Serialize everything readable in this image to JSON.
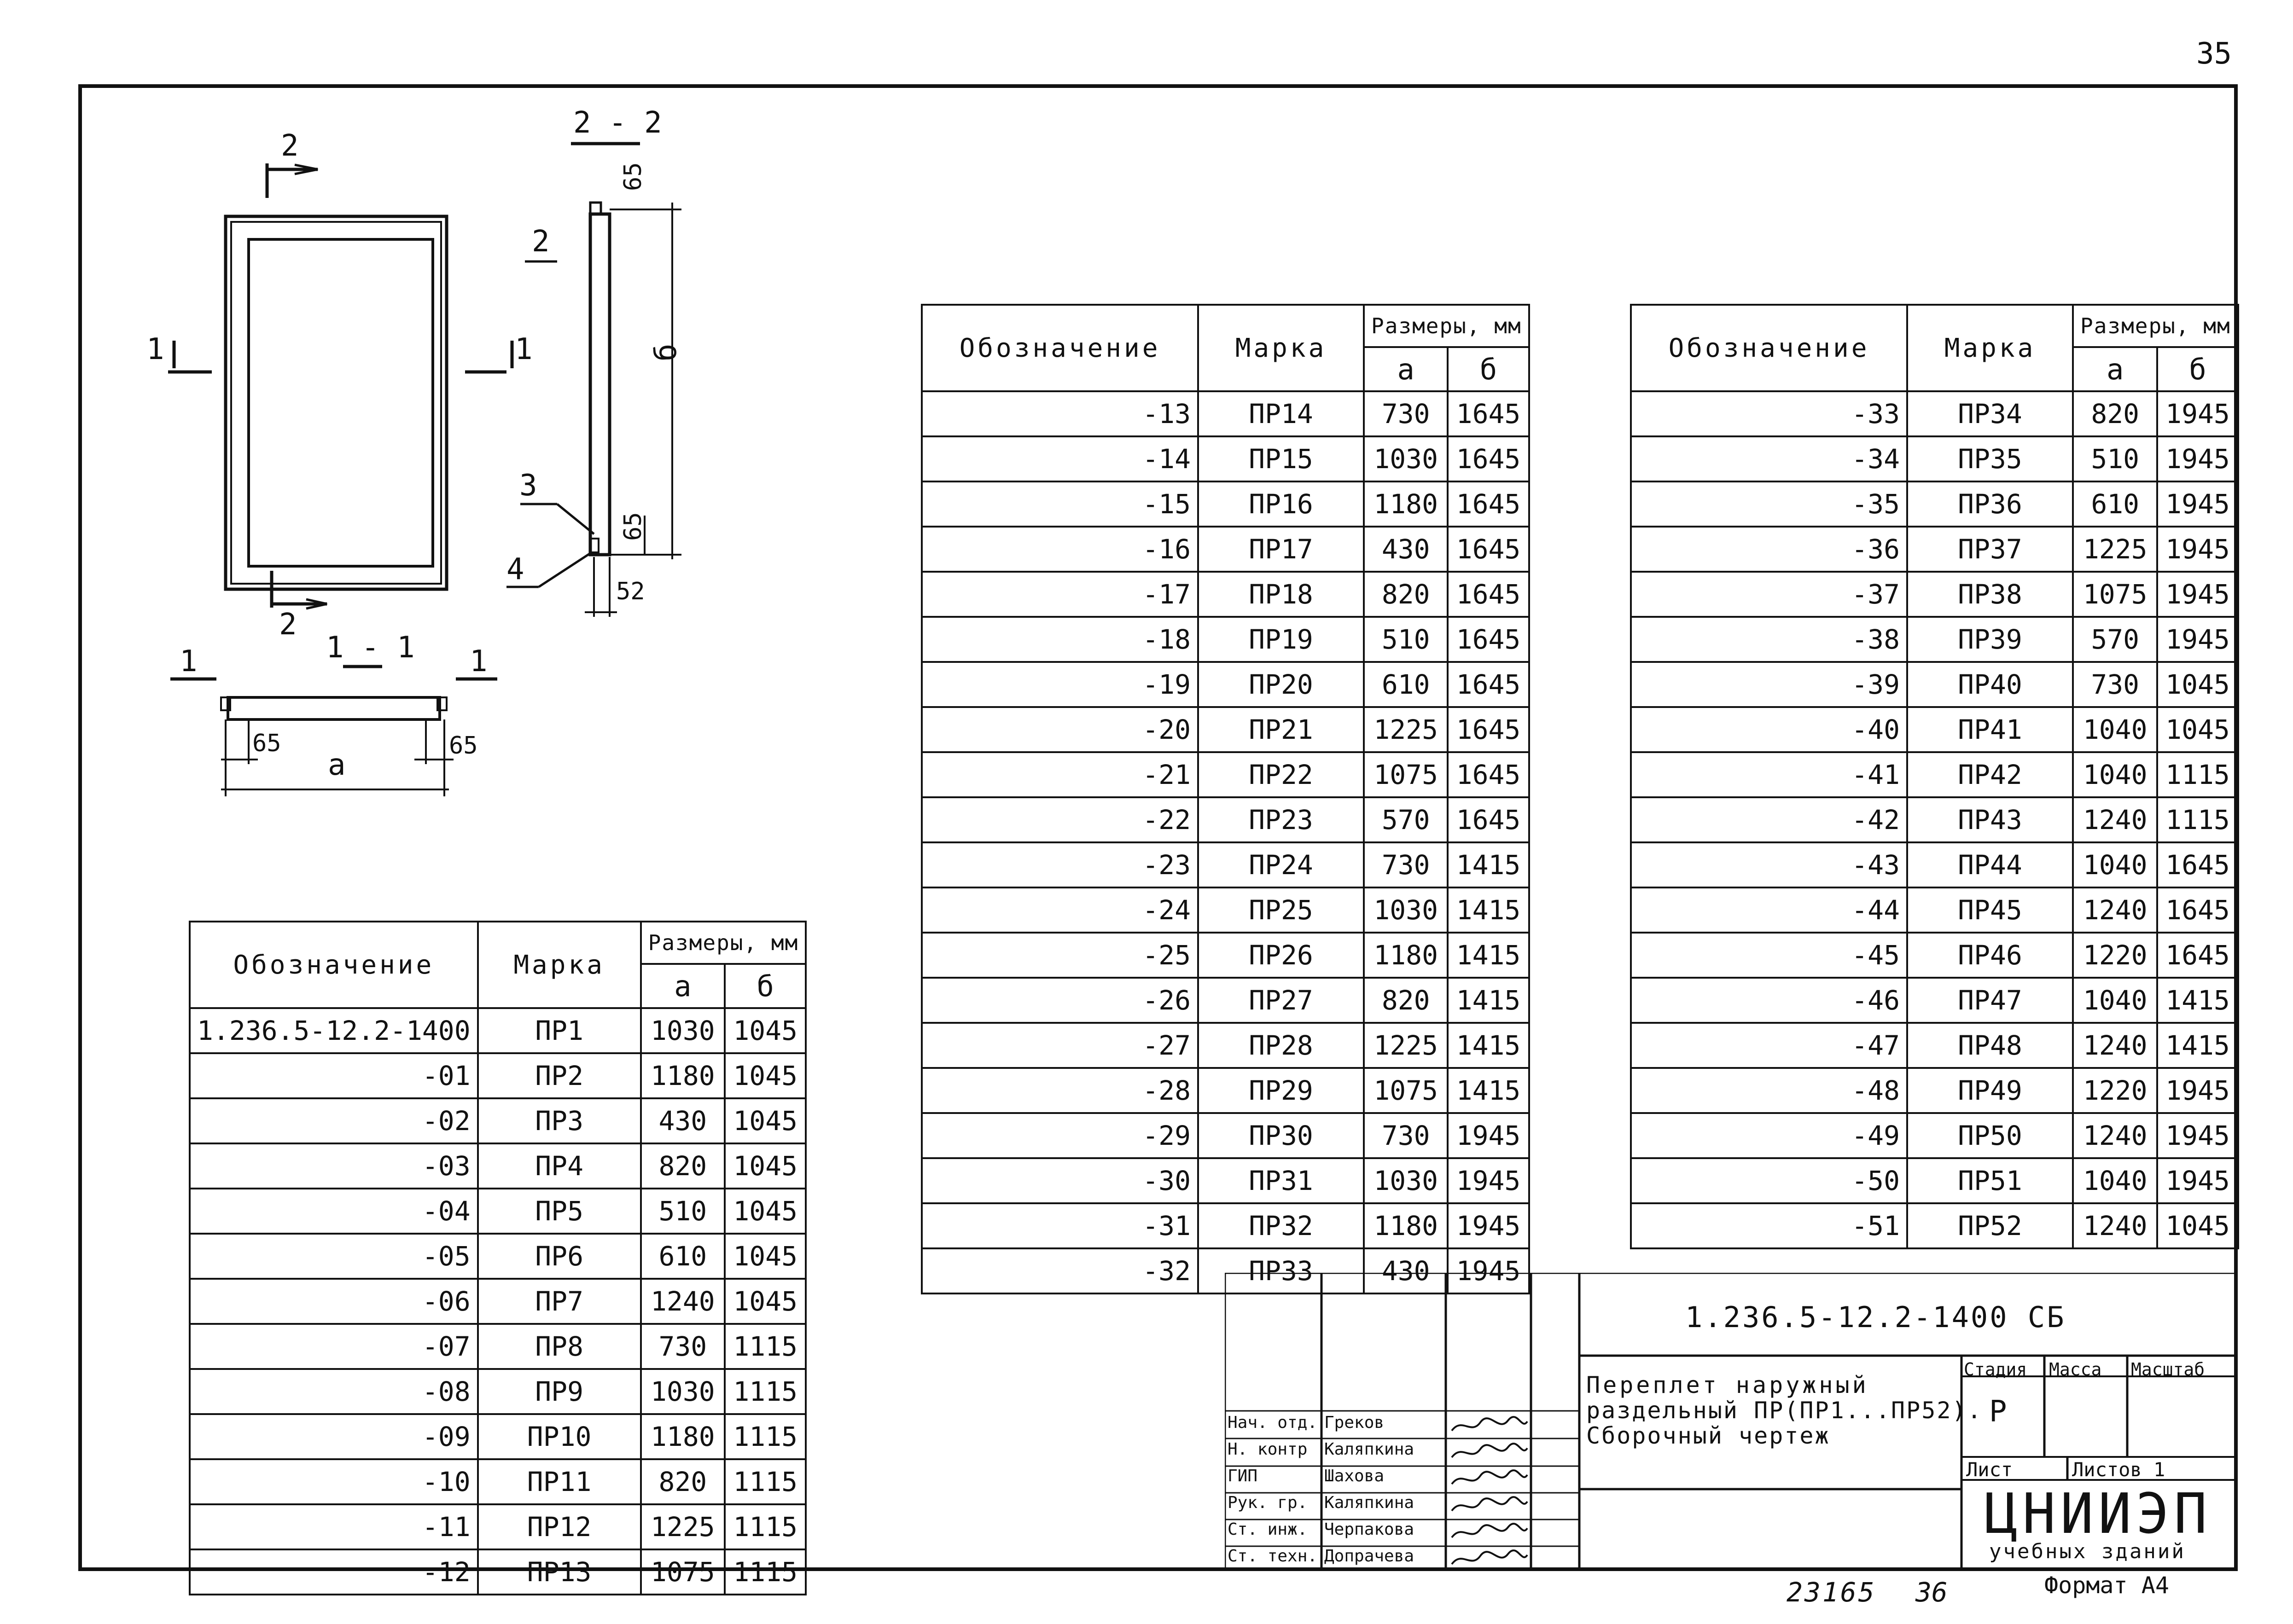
{
  "page_number": "35",
  "drawing": {
    "view_top_section_label": "2",
    "view_bottom_section_label": "2",
    "section_left_label": "1",
    "section_right_label": "1",
    "section_2_2_title": "2 - 2",
    "section_1_1_title": "1 - 1",
    "callout_2": "2",
    "callout_3": "3",
    "callout_4": "4",
    "dim_65_top": "65",
    "dim_b": "б",
    "dim_65_bottom": "65",
    "dim_52": "52",
    "sec11_left_label": "1",
    "sec11_right_label": "1",
    "dim_65_left": "65",
    "dim_65_right": "65",
    "dim_a": "a"
  },
  "table_headers": {
    "designation": "Обозначение",
    "mark": "Марка",
    "dims": "Размеры, мм",
    "a": "a",
    "b": "б"
  },
  "table1": [
    {
      "des": "1.236.5-12.2-1400",
      "mark": "ПР1",
      "a": "1030",
      "b": "1045"
    },
    {
      "des": "-01",
      "mark": "ПР2",
      "a": "1180",
      "b": "1045"
    },
    {
      "des": "-02",
      "mark": "ПР3",
      "a": "430",
      "b": "1045"
    },
    {
      "des": "-03",
      "mark": "ПР4",
      "a": "820",
      "b": "1045"
    },
    {
      "des": "-04",
      "mark": "ПР5",
      "a": "510",
      "b": "1045"
    },
    {
      "des": "-05",
      "mark": "ПР6",
      "a": "610",
      "b": "1045"
    },
    {
      "des": "-06",
      "mark": "ПР7",
      "a": "1240",
      "b": "1045"
    },
    {
      "des": "-07",
      "mark": "ПР8",
      "a": "730",
      "b": "1115"
    },
    {
      "des": "-08",
      "mark": "ПР9",
      "a": "1030",
      "b": "1115"
    },
    {
      "des": "-09",
      "mark": "ПР10",
      "a": "1180",
      "b": "1115"
    },
    {
      "des": "-10",
      "mark": "ПР11",
      "a": "820",
      "b": "1115"
    },
    {
      "des": "-11",
      "mark": "ПР12",
      "a": "1225",
      "b": "1115"
    },
    {
      "des": "-12",
      "mark": "ПР13",
      "a": "1075",
      "b": "1115"
    }
  ],
  "table2": [
    {
      "des": "-13",
      "mark": "ПР14",
      "a": "730",
      "b": "1645"
    },
    {
      "des": "-14",
      "mark": "ПР15",
      "a": "1030",
      "b": "1645"
    },
    {
      "des": "-15",
      "mark": "ПР16",
      "a": "1180",
      "b": "1645"
    },
    {
      "des": "-16",
      "mark": "ПР17",
      "a": "430",
      "b": "1645"
    },
    {
      "des": "-17",
      "mark": "ПР18",
      "a": "820",
      "b": "1645"
    },
    {
      "des": "-18",
      "mark": "ПР19",
      "a": "510",
      "b": "1645"
    },
    {
      "des": "-19",
      "mark": "ПР20",
      "a": "610",
      "b": "1645"
    },
    {
      "des": "-20",
      "mark": "ПР21",
      "a": "1225",
      "b": "1645"
    },
    {
      "des": "-21",
      "mark": "ПР22",
      "a": "1075",
      "b": "1645"
    },
    {
      "des": "-22",
      "mark": "ПР23",
      "a": "570",
      "b": "1645"
    },
    {
      "des": "-23",
      "mark": "ПР24",
      "a": "730",
      "b": "1415"
    },
    {
      "des": "-24",
      "mark": "ПР25",
      "a": "1030",
      "b": "1415"
    },
    {
      "des": "-25",
      "mark": "ПР26",
      "a": "1180",
      "b": "1415"
    },
    {
      "des": "-26",
      "mark": "ПР27",
      "a": "820",
      "b": "1415"
    },
    {
      "des": "-27",
      "mark": "ПР28",
      "a": "1225",
      "b": "1415"
    },
    {
      "des": "-28",
      "mark": "ПР29",
      "a": "1075",
      "b": "1415"
    },
    {
      "des": "-29",
      "mark": "ПР30",
      "a": "730",
      "b": "1945"
    },
    {
      "des": "-30",
      "mark": "ПР31",
      "a": "1030",
      "b": "1945"
    },
    {
      "des": "-31",
      "mark": "ПР32",
      "a": "1180",
      "b": "1945"
    },
    {
      "des": "-32",
      "mark": "ПР33",
      "a": "430",
      "b": "1945"
    }
  ],
  "table3": [
    {
      "des": "-33",
      "mark": "ПР34",
      "a": "820",
      "b": "1945"
    },
    {
      "des": "-34",
      "mark": "ПР35",
      "a": "510",
      "b": "1945"
    },
    {
      "des": "-35",
      "mark": "ПР36",
      "a": "610",
      "b": "1945"
    },
    {
      "des": "-36",
      "mark": "ПР37",
      "a": "1225",
      "b": "1945"
    },
    {
      "des": "-37",
      "mark": "ПР38",
      "a": "1075",
      "b": "1945"
    },
    {
      "des": "-38",
      "mark": "ПР39",
      "a": "570",
      "b": "1945"
    },
    {
      "des": "-39",
      "mark": "ПР40",
      "a": "730",
      "b": "1045"
    },
    {
      "des": "-40",
      "mark": "ПР41",
      "a": "1040",
      "b": "1045"
    },
    {
      "des": "-41",
      "mark": "ПР42",
      "a": "1040",
      "b": "1115"
    },
    {
      "des": "-42",
      "mark": "ПР43",
      "a": "1240",
      "b": "1115"
    },
    {
      "des": "-43",
      "mark": "ПР44",
      "a": "1040",
      "b": "1645"
    },
    {
      "des": "-44",
      "mark": "ПР45",
      "a": "1240",
      "b": "1645"
    },
    {
      "des": "-45",
      "mark": "ПР46",
      "a": "1220",
      "b": "1645"
    },
    {
      "des": "-46",
      "mark": "ПР47",
      "a": "1040",
      "b": "1415"
    },
    {
      "des": "-47",
      "mark": "ПР48",
      "a": "1240",
      "b": "1415"
    },
    {
      "des": "-48",
      "mark": "ПР49",
      "a": "1220",
      "b": "1945"
    },
    {
      "des": "-49",
      "mark": "ПР50",
      "a": "1240",
      "b": "1945"
    },
    {
      "des": "-50",
      "mark": "ПР51",
      "a": "1040",
      "b": "1945"
    },
    {
      "des": "-51",
      "mark": "ПР52",
      "a": "1240",
      "b": "1045"
    }
  ],
  "title_block": {
    "doc_code": "1.236.5-12.2-1400 СБ",
    "title_line1": "Переплет наружный",
    "title_line2": "раздельный ПР(ПР1...ПР52).",
    "title_line3": "Сборочный чертеж",
    "stage_label": "Стадия",
    "mass_label": "Масса",
    "scale_label": "Масштаб",
    "stage_value": "Р",
    "sheet_label": "Лист",
    "sheets_label": "Листов 1",
    "org_name": "ЦНИИЭП",
    "org_sub": "учебных зданий",
    "format": "Формат А4",
    "inventory": "23165",
    "inventory2": "36",
    "people": [
      {
        "role": "Нач. отд.",
        "name": "Греков"
      },
      {
        "role": "Н. контр",
        "name": "Каляпкина"
      },
      {
        "role": "ГИП",
        "name": "Шахова"
      },
      {
        "role": "Рук. гр.",
        "name": "Каляпкина"
      },
      {
        "role": "Ст. инж.",
        "name": "Черпакова"
      },
      {
        "role": "Ст. техн.",
        "name": "Допрачева"
      }
    ]
  }
}
